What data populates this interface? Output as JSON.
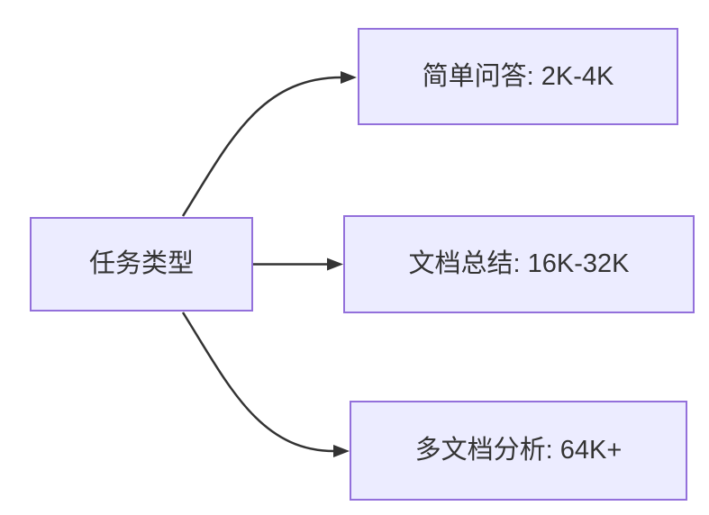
{
  "diagram": {
    "type": "flowchart",
    "direction": "left-to-right",
    "root": {
      "label": "任务类型"
    },
    "branches": [
      {
        "label": "简单问答: 2K-4K"
      },
      {
        "label": "文档总结: 16K-32K"
      },
      {
        "label": "多文档分析: 64K+"
      }
    ],
    "edges": [
      {
        "from": "任务类型",
        "to": "简单问答: 2K-4K"
      },
      {
        "from": "任务类型",
        "to": "文档总结: 16K-32K"
      },
      {
        "from": "任务类型",
        "to": "多文档分析: 64K+"
      }
    ],
    "colors": {
      "background": "#FFFFFF",
      "node_fill": "#ECECFF",
      "node_border": "#9370DB",
      "edge": "#333333",
      "text": "#333333"
    }
  }
}
